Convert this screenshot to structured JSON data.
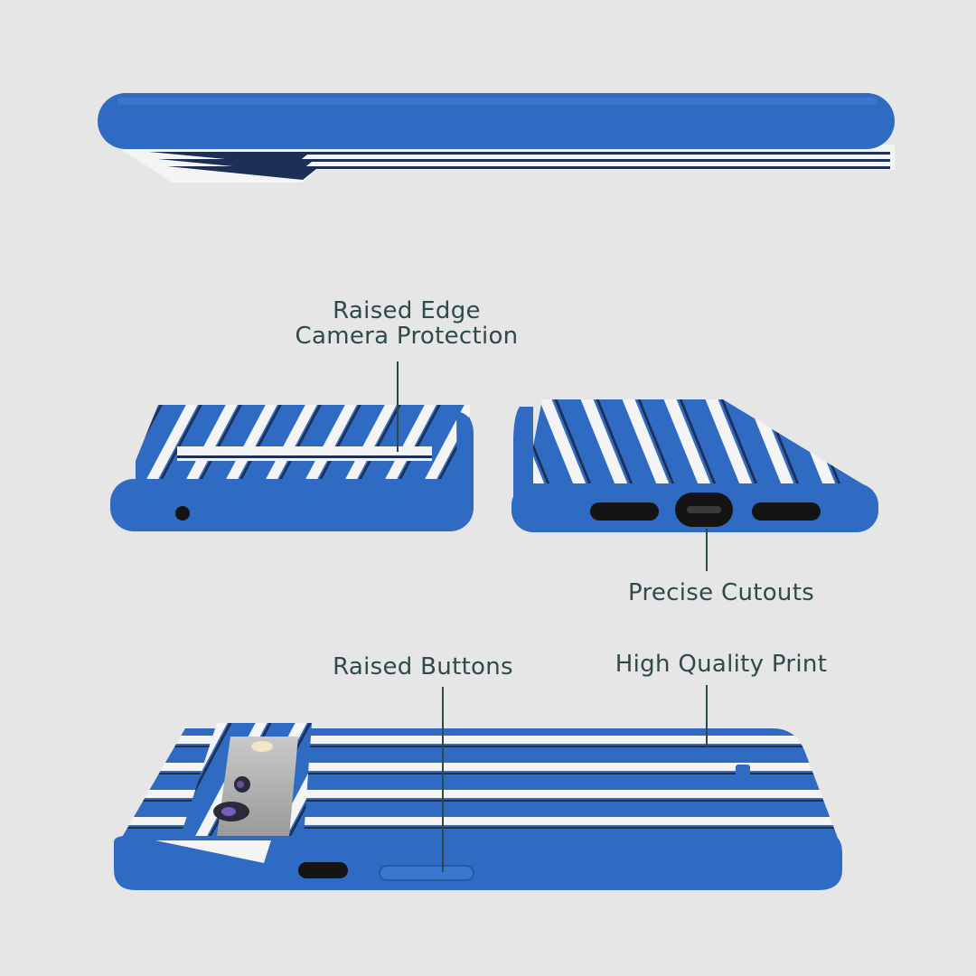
{
  "callouts": {
    "camera_line1": "Raised Edge",
    "camera_line2": "Camera Protection",
    "cutouts": "Precise Cutouts",
    "buttons": "Raised Buttons",
    "print": "High Quality Print"
  },
  "colors": {
    "background": "#e6e6e6",
    "case_blue": "#2f6bc2",
    "stripe_white": "#f4f4f4",
    "stripe_dark": "#1d2f55",
    "text": "#2f4a4c",
    "port": "#141414"
  }
}
